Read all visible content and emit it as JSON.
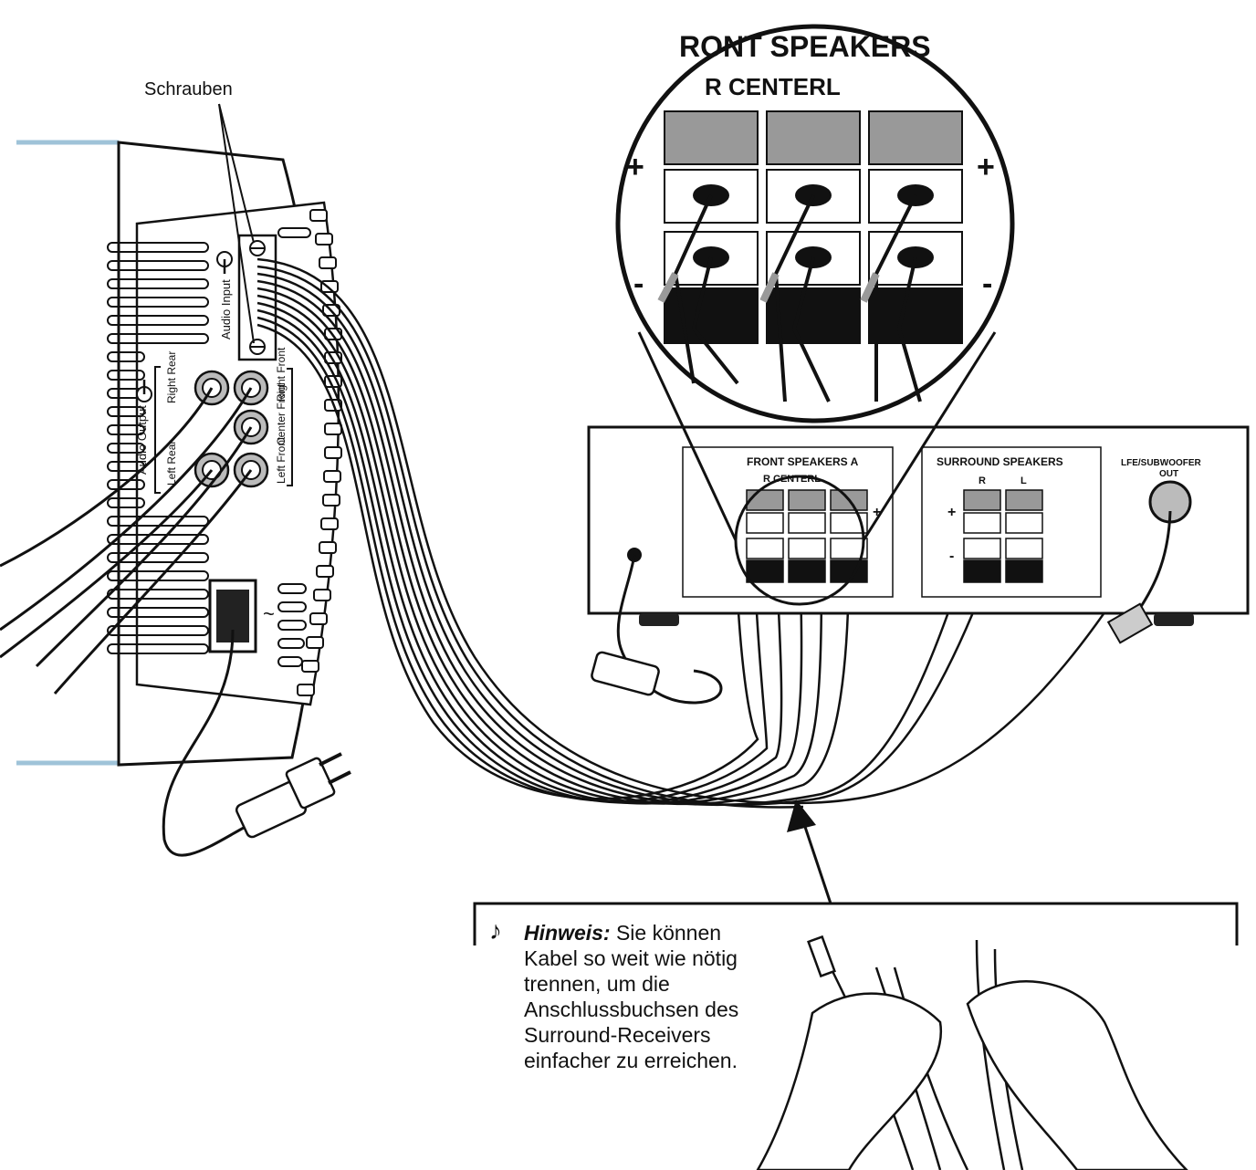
{
  "labels": {
    "screws": "Schrauben",
    "zoom_title": "RONT SPEAKERS",
    "zoom_channels": "R CENTERL",
    "audio_input": "Audio Input",
    "audio_output": "Audio Output",
    "right_rear": "Right Rear",
    "left_rear": "Left Rear",
    "right_front": "Right Front",
    "center_front": "Center Front",
    "left_front": "Left Front",
    "ac_symbol": "~",
    "front_speakers_a": "FRONT SPEAKERS A",
    "front_channels": "R CENTERL",
    "surround_speakers": "SURROUND SPEAKERS",
    "surround_r": "R",
    "surround_l": "L",
    "lfe_out_line1": "LFE/SUBWOOFER",
    "lfe_out_line2": "OUT",
    "plus": "+",
    "minus": "-"
  },
  "note": {
    "title": "Hinweis:",
    "lines": [
      " Sie können",
      "Kabel so weit wie nötig",
      "trennen, um die",
      "Anschlussbuchsen des",
      "Surround-Receivers",
      "einfacher zu erreichen."
    ]
  }
}
